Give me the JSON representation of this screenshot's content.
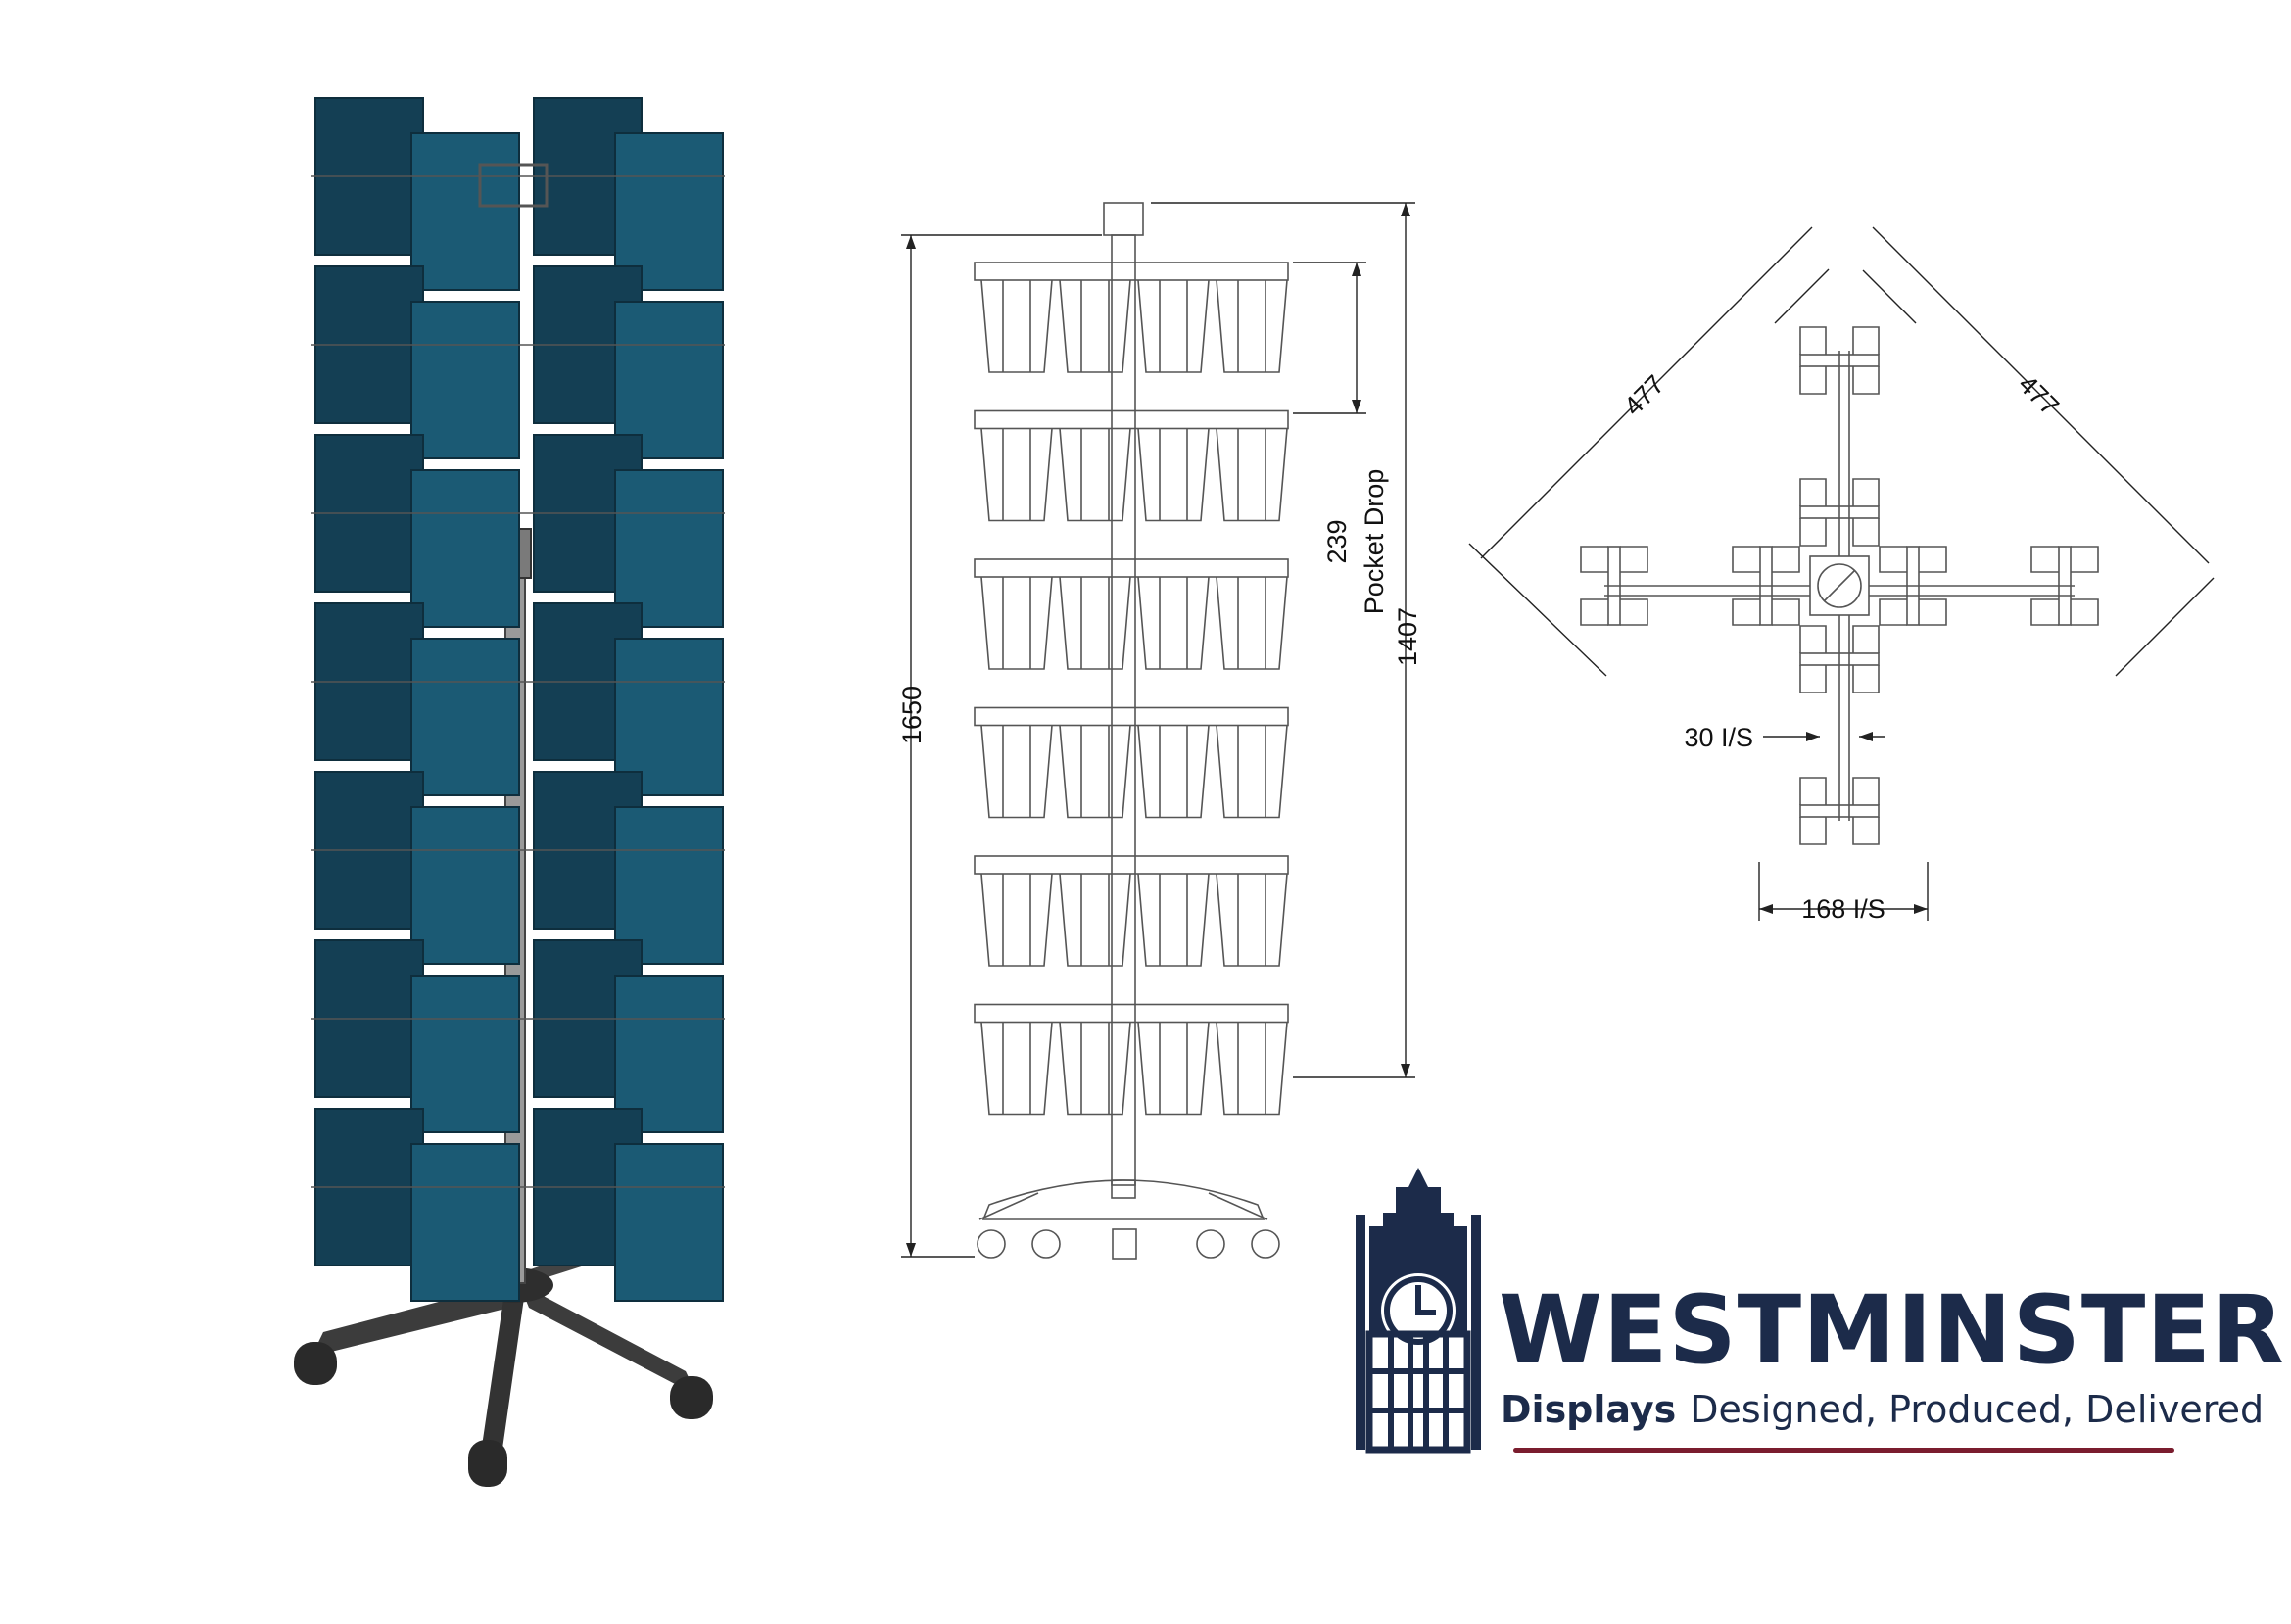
{
  "colors": {
    "panel": "#1b5a74",
    "panel_dark": "#143f54",
    "wire": "#555555",
    "base": "#3c3c3c",
    "navy": "#1c2b4a",
    "accent": "#7a1d2e",
    "dim": "#222222"
  },
  "front_view": {
    "tiers": 6,
    "dim_total_height": "1650",
    "dim_frame_height": "1407",
    "dim_pocket_value": "239",
    "dim_pocket_label": "Pocket Drop"
  },
  "plan_view": {
    "dim_diag_left": "477",
    "dim_diag_right": "477",
    "dim_gap": "30 I/S",
    "dim_width": "168 I/S"
  },
  "logo": {
    "name": "WESTMINSTER",
    "tag_bold": "Displays",
    "tag_rest": "Designed, Produced, Delivered"
  }
}
